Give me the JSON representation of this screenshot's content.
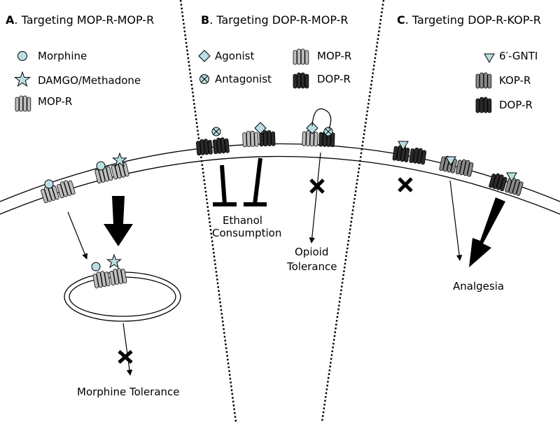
{
  "panels": [
    {
      "letter": "A",
      "title": ". Targeting MOP-R-MOP-R"
    },
    {
      "letter": "B",
      "title": ". Targeting DOP-R-MOP-R"
    },
    {
      "letter": "C",
      "title": ". Targeting DOP-R-KOP-R"
    }
  ],
  "legend_a": {
    "morphine": "Morphine",
    "damgo": "DAMGO/Methadone",
    "mopr": "MOP-R"
  },
  "legend_b": {
    "agonist": "Agonist",
    "antagonist": "Antagonist",
    "mopr": "MOP-R",
    "dopr": "DOP-R"
  },
  "legend_c": {
    "gnti": "6′-GNTI",
    "kopr": "KOP-R",
    "dopr": "DOP-R"
  },
  "outcomes": {
    "morphine_tolerance": "Morphine Tolerance",
    "ethanol_line1": "Ethanol",
    "ethanol_line2": "Consumption",
    "opioid_line1": "Opioid",
    "opioid_line2": "Tolerance",
    "analgesia": "Analgesia"
  },
  "colors": {
    "mopr": "#bdbdbd",
    "kopr": "#8a8a8a",
    "dopr": "#2b2b2b",
    "ligand": "#b9dfe2"
  }
}
